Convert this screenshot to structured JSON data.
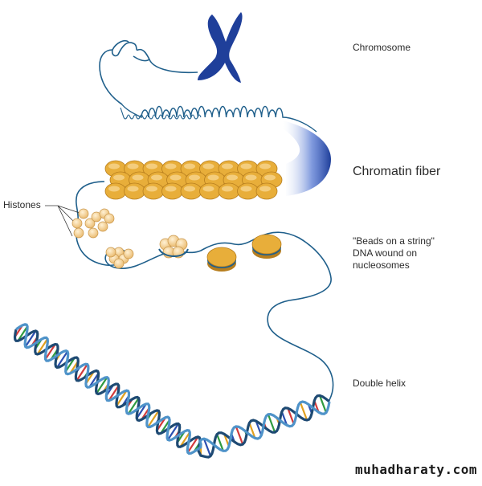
{
  "labels": {
    "chromosome": "Chromosome",
    "chromatin_fiber": "Chromatin fiber",
    "histones": "Histones",
    "beads": [
      "\"Beads on a string\"",
      "DNA wound on",
      "nucleosomes"
    ],
    "double_helix": "Double helix"
  },
  "watermark": "muhadharaty.com",
  "colors": {
    "dna_strand": "#1f5f8b",
    "chromosome": "#1f3f9a",
    "histone_fill": "#f3c98b",
    "nucleosome_core": "#e8ae3a",
    "nucleosome_edge": "#b77e1e",
    "helix_base_pairs": [
      "#d23a3a",
      "#2f9a3f",
      "#e0a020",
      "#2b4fb0"
    ]
  }
}
